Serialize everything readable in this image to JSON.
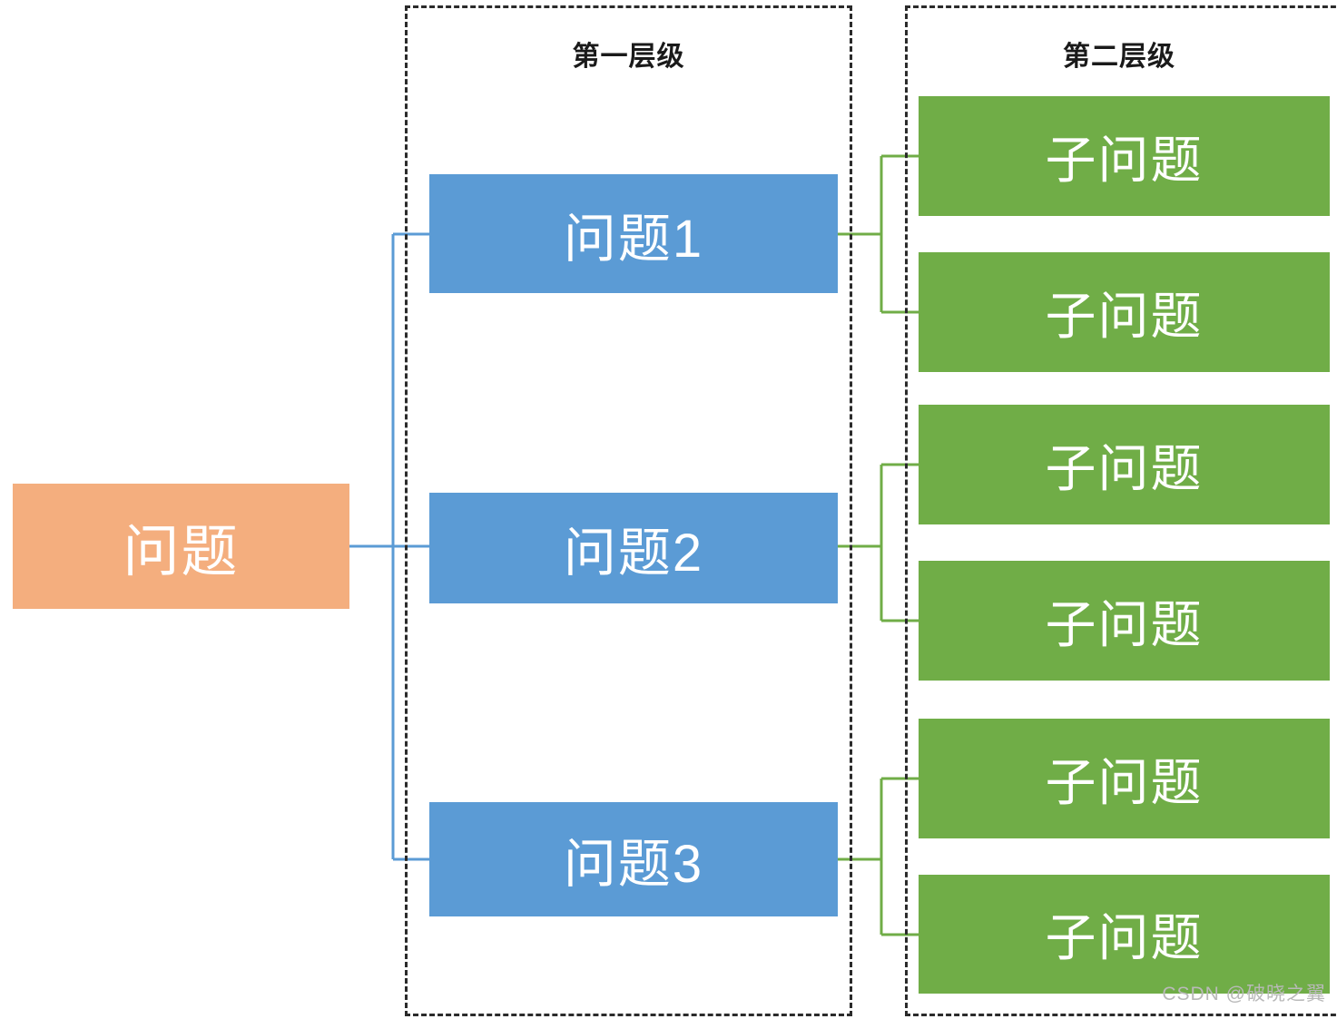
{
  "diagram": {
    "title_visible": false,
    "background_color": "#ffffff",
    "zones": [
      {
        "id": "level-1",
        "label": "第一层级"
      },
      {
        "id": "level-2",
        "label": "第二层级"
      }
    ],
    "root": {
      "label": "问题",
      "color": "#f4ae7e",
      "text_color": "#ffffff"
    },
    "level_1": {
      "color": "#5b9bd5",
      "text_color": "#ffffff",
      "connector_color": "#5b9bd5",
      "nodes": [
        {
          "label": "问题1"
        },
        {
          "label": "问题2"
        },
        {
          "label": "问题3"
        }
      ]
    },
    "level_2": {
      "color": "#70ad47",
      "text_color": "#ffffff",
      "connector_color": "#70ad47",
      "nodes": [
        {
          "label": "子问题",
          "parent": "问题1"
        },
        {
          "label": "子问题",
          "parent": "问题1"
        },
        {
          "label": "子问题",
          "parent": "问题2"
        },
        {
          "label": "子问题",
          "parent": "问题2"
        },
        {
          "label": "子问题",
          "parent": "问题3"
        },
        {
          "label": "子问题",
          "parent": "问题3"
        }
      ]
    },
    "frame_style": {
      "stroke": "#2b2b2b",
      "dash": "dashed"
    }
  },
  "watermark": {
    "text": "CSDN @破晓之翼",
    "color": "#b9b9b9"
  }
}
